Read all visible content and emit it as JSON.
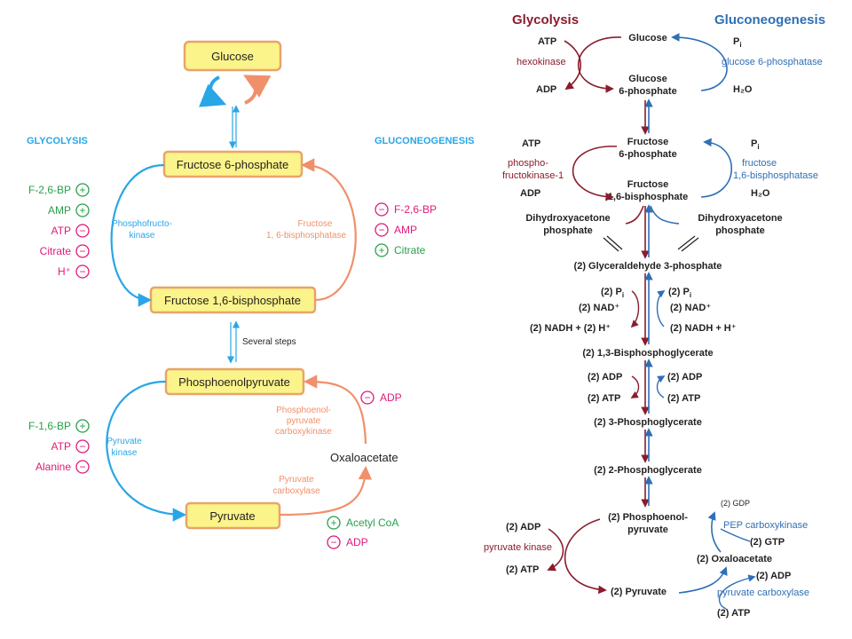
{
  "colors": {
    "glycolysis_blue": "#29a6e6",
    "gluconeo_orange": "#f0906a",
    "box_fill": "#fbf48a",
    "box_stroke": "#e8a46a",
    "activator_green": "#27a04a",
    "inhibitor_magenta": "#e0197a",
    "right_glyco_red": "#8b1c2c",
    "right_gluconeo_blue": "#2f6fb5",
    "text_dark": "#231f20"
  },
  "left": {
    "glycolysis_label": "GLYCOLYSIS",
    "gluconeogenesis_label": "GLUCONEOGENESIS",
    "glucose": "Glucose",
    "f6p": "Fructose 6-phosphate",
    "f16bp": "Fructose 1,6-bisphosphate",
    "pep": "Phosphoenolpyruvate",
    "pyruvate": "Pyruvate",
    "oxaloacetate": "Oxaloacetate",
    "several_steps": "Several steps",
    "pfk_line1": "Phosphofructo-",
    "pfk_line2": "kinase",
    "fbpase_line1": "Fructose",
    "fbpase_line2": "1, 6-bisphosphatase",
    "pk_line1": "Pyruvate",
    "pk_line2": "kinase",
    "pepck_line1": "Phosphoenol-",
    "pepck_line2": "pyruvate",
    "pepck_line3": "carboxykinase",
    "pc_line1": "Pyruvate",
    "pc_line2": "carboxylase",
    "pfk_regulators": [
      {
        "name": "F-2,6-BP",
        "sign": "+"
      },
      {
        "name": "AMP",
        "sign": "+"
      },
      {
        "name": "ATP",
        "sign": "−"
      },
      {
        "name": "Citrate",
        "sign": "−"
      },
      {
        "name": "H⁺",
        "sign": "−"
      }
    ],
    "fbpase_regulators": [
      {
        "name": "F-2,6-BP",
        "sign": "−"
      },
      {
        "name": "AMP",
        "sign": "−"
      },
      {
        "name": "Citrate",
        "sign": "+"
      }
    ],
    "pk_regulators": [
      {
        "name": "F-1,6-BP",
        "sign": "+"
      },
      {
        "name": "ATP",
        "sign": "−"
      },
      {
        "name": "Alanine",
        "sign": "−"
      }
    ],
    "pepck_regulators": [
      {
        "name": "ADP",
        "sign": "−"
      }
    ],
    "pc_regulators": [
      {
        "name": "Acetyl CoA",
        "sign": "+"
      },
      {
        "name": "ADP",
        "sign": "−"
      }
    ]
  },
  "right": {
    "glycolysis_title": "Glycolysis",
    "gluconeogenesis_title": "Gluconeogenesis",
    "glucose": "Glucose",
    "g6p_line1": "Glucose",
    "g6p_line2": "6-phosphate",
    "atp": "ATP",
    "adp": "ADP",
    "h2o": "H₂O",
    "pi": "P",
    "pi_sub": "i",
    "hexokinase": "hexokinase",
    "g6pase": "glucose 6-phosphatase",
    "f6p_line1": "Fructose",
    "f6p_line2": "6-phosphate",
    "f16bp_line1": "Fructose",
    "f16bp_line2": "1,6-bisphosphate",
    "pfk1_line1": "phospho-",
    "pfk1_line2": "fructokinase-1",
    "fbpase1_line1": "fructose",
    "fbpase1_line2": "1,6-bisphosphatase",
    "dhap_left_line1": "Dihydroxyacetone",
    "dhap_left_line2": "phosphate",
    "dhap_right_line1": "Dihydroxyacetone",
    "dhap_right_line2": "phosphate",
    "gap": "(2) Glyceraldehyde 3-phosphate",
    "two_pi": "(2) P",
    "two_nad": "(2) NAD⁺",
    "two_nadh_left": "(2) NADH + (2) H⁺",
    "two_nadh_right": "(2) NADH + H⁺",
    "bpg": "(2) 1,3-Bisphosphoglycerate",
    "two_adp": "(2) ADP",
    "two_atp": "(2) ATP",
    "pg3": "(2) 3-Phosphoglycerate",
    "pg2": "(2) 2-Phosphoglycerate",
    "pep_line1": "(2) Phosphoenol-",
    "pep_line2": "pyruvate",
    "pyruvate_kinase": "pyruvate kinase",
    "pyruvate": "(2) Pyruvate",
    "two_gdp": "(2) GDP",
    "pepck": "PEP carboxykinase",
    "two_gtp": "(2) GTP",
    "oxaloacetate": "(2) Oxaloacetate",
    "pyruvate_carboxylase": "pyruvate carboxylase"
  }
}
